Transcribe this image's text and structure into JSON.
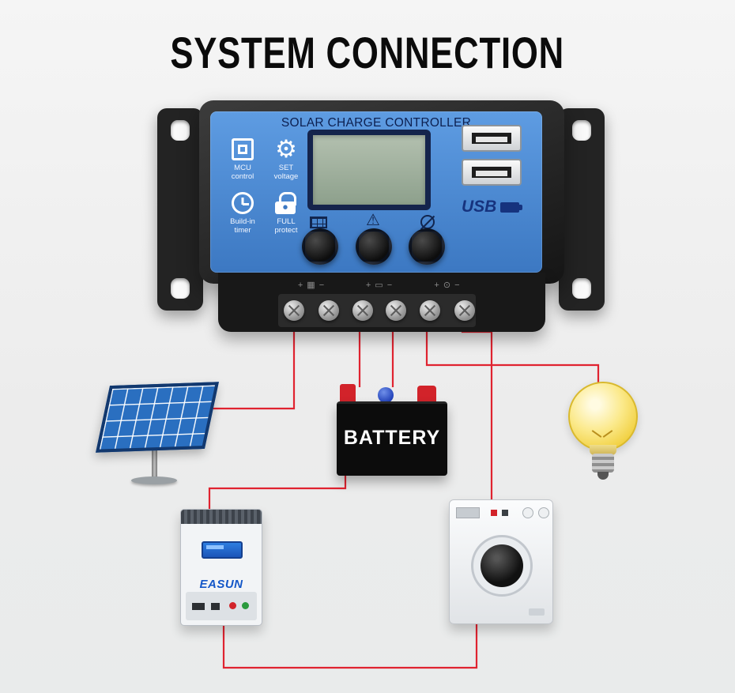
{
  "title": "SYSTEM CONNECTION",
  "colors": {
    "wire": "#e02330",
    "panel_blue": "#4a8ad6",
    "navy": "#12264f"
  },
  "controller": {
    "name": "SOLAR CHARGE CONTROLLER",
    "features": [
      {
        "icon": "chip-icon",
        "label": "MCU control"
      },
      {
        "icon": "gear-icon",
        "label": "SET voltage"
      },
      {
        "icon": "clock-icon",
        "label": "Build-in timer"
      },
      {
        "icon": "lock-icon",
        "label": "FULL protect"
      }
    ],
    "usb_label": "USB",
    "terminals": [
      {
        "name": "pv-terminal-pair",
        "label": "+ ▦ −"
      },
      {
        "name": "battery-terminal-pair",
        "label": "+ ▭ −"
      },
      {
        "name": "load-terminal-pair",
        "label": "+ ⊙ −"
      }
    ]
  },
  "icons": {
    "gear_glyph": "⚙",
    "warning_glyph": "⚠"
  },
  "devices": {
    "battery": {
      "label": "BATTERY"
    },
    "inverter": {
      "brand": "EASUN"
    }
  }
}
